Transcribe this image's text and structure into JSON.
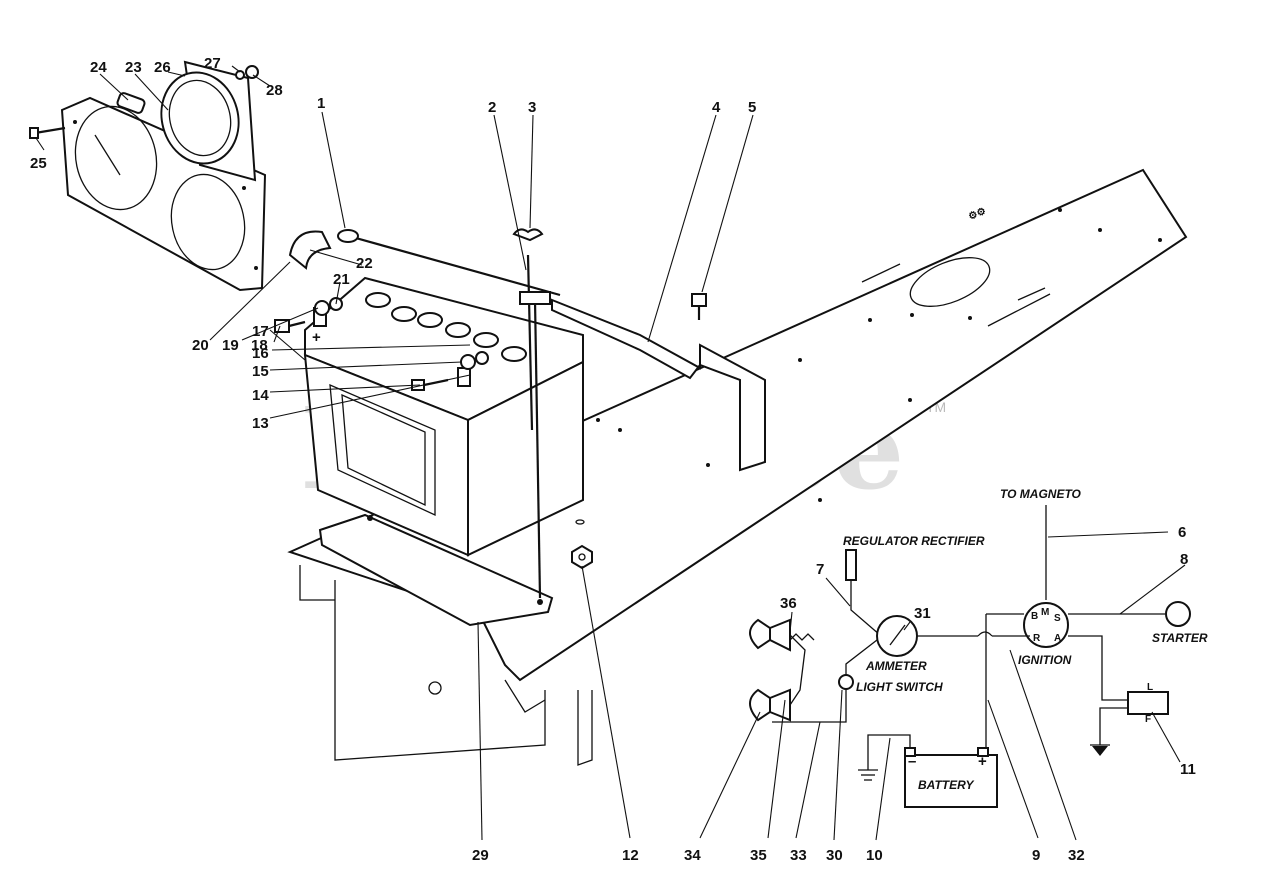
{
  "watermark": {
    "text": "PartsTree",
    "tm": "TM"
  },
  "callouts": [
    "1",
    "2",
    "3",
    "4",
    "5",
    "6",
    "7",
    "8",
    "9",
    "10",
    "11",
    "12",
    "13",
    "14",
    "15",
    "16",
    "17",
    "18",
    "19",
    "20",
    "21",
    "22",
    "23",
    "24",
    "25",
    "26",
    "27",
    "28",
    "29",
    "30",
    "31",
    "32",
    "33",
    "34",
    "35",
    "36"
  ],
  "wiring_labels": {
    "to_magneto": "TO MAGNETO",
    "regulator_rectifier": "REGULATOR RECTIFIER",
    "ammeter": "AMMETER",
    "light_switch": "LIGHT SWITCH",
    "ignition": "IGNITION",
    "starter": "STARTER",
    "battery": "BATTERY",
    "ign_b": "B",
    "ign_m": "M",
    "ign_s": "S",
    "ign_r": "R",
    "ign_a": "A",
    "plug_l": "L",
    "plug_f": "F",
    "minus": "–",
    "plus": "+"
  }
}
